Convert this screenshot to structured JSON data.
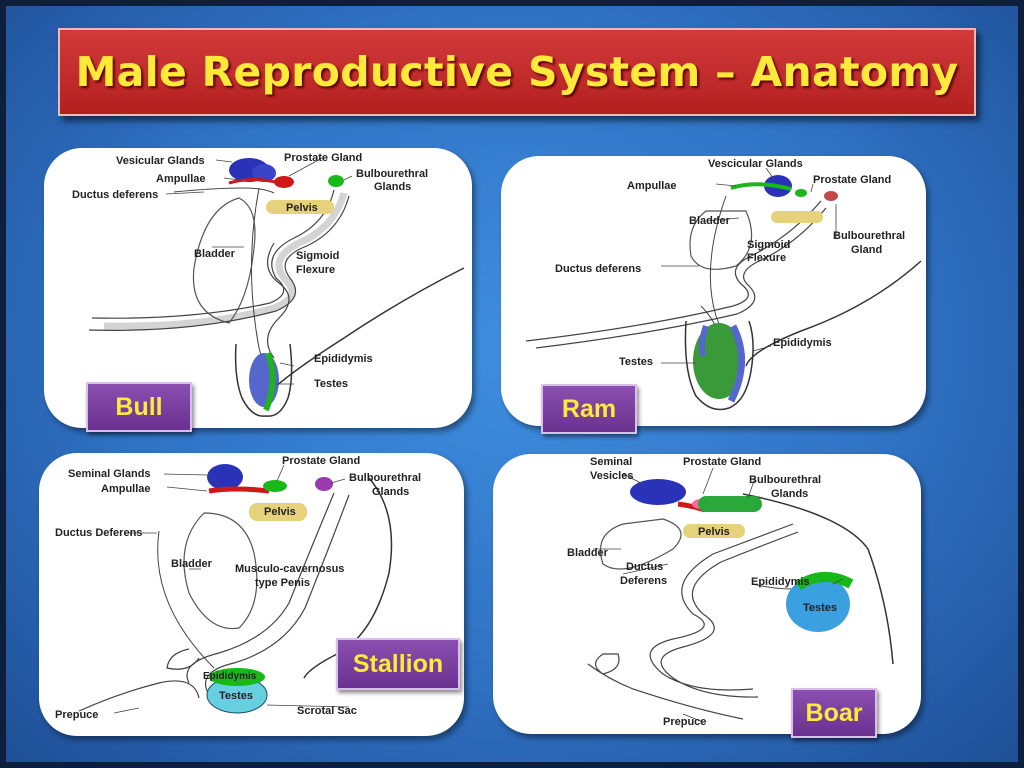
{
  "title": "Male Reproductive System – Anatomy",
  "panels": {
    "bull": {
      "species": "Bull",
      "labels": {
        "vesicular_glands": "Vesicular Glands",
        "prostate_gland": "Prostate Gland",
        "bulbourethral_1": "Bulbourethral",
        "bulbourethral_2": "Glands",
        "ampullae": "Ampullae",
        "ductus_deferens": "Ductus deferens",
        "pelvis": "Pelvis",
        "bladder": "Bladder",
        "sigmoid": "Sigmoid",
        "flexure": "Flexure",
        "epididymis": "Epididymis",
        "testes": "Testes"
      }
    },
    "ram": {
      "species": "Ram",
      "labels": {
        "vesicular_glands": "Vescicular Glands",
        "prostate_gland": "Prostate Gland",
        "ampullae": "Ampullae",
        "bladder": "Bladder",
        "sigmoid": "Sigmoid",
        "flexure": "Flexure",
        "bulbourethral_1": "Bulbourethral",
        "bulbourethral_2": "Gland",
        "ductus_deferens": "Ductus deferens",
        "epididymis": "Epididymis",
        "testes": "Testes"
      }
    },
    "stallion": {
      "species": "Stallion",
      "labels": {
        "prostate_gland": "Prostate Gland",
        "seminal_glands": "Seminal Glands",
        "bulbourethral_1": "Bulbourethral",
        "bulbourethral_2": "Glands",
        "ampullae": "Ampullae",
        "pelvis": "Pelvis",
        "ductus_deferens": "Ductus Deferens",
        "bladder": "Bladder",
        "penis_1": "Musculo-cavernosus",
        "penis_2": "type Penis",
        "epididymis": "Epididymis",
        "testes": "Testes",
        "prepuce": "Prepuce",
        "scrotal_sac": "Scrotal Sac"
      }
    },
    "boar": {
      "species": "Boar",
      "labels": {
        "seminal_1": "Seminal",
        "seminal_2": "Vesicles",
        "prostate_gland": "Prostate Gland",
        "bulbourethral_1": "Bulbourethral",
        "bulbourethral_2": "Glands",
        "pelvis": "Pelvis",
        "bladder": "Bladder",
        "ductus_1": "Ductus",
        "ductus_2": "Deferens",
        "epididymis": "Epididymis",
        "testes": "Testes",
        "prepuce": "Prepuce"
      }
    }
  },
  "colors": {
    "title_bg": "#c62828",
    "title_text": "#ffe93a",
    "slide_bg": "#3a84d8",
    "badge_bg": "#7a3fa0",
    "vesicular": "#2a33b8",
    "prostate": "#d01818",
    "bulbourethral": "#18b818",
    "pelvis": "#e6d27a",
    "testes_bull": "#5566cc",
    "testes_ram": "#3a9a3a",
    "testes_stallion": "#66d0e0",
    "testes_boar": "#3aa0e0",
    "stallion_bulbo": "#9a3ab0"
  }
}
